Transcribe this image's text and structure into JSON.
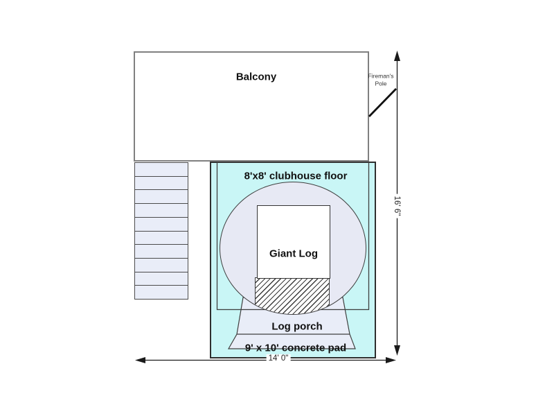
{
  "diagram": {
    "labels": {
      "balcony": "Balcony",
      "clubhouse_floor": "8'x8' clubhouse floor",
      "giant_log": "Giant Log",
      "log_porch": "Log porch",
      "concrete_pad": "9' x 10' concrete pad",
      "firemans_pole_line1": "Fireman's",
      "firemans_pole_line2": "Pole"
    },
    "dimensions": {
      "overall_height": "16' 6\"",
      "overall_width": "14' 0\""
    },
    "stairs": {
      "step_count": 10
    },
    "colors": {
      "pad_fill": "#c9f6f6",
      "circle_fill": "#e7e9f4",
      "steps_fill": "#e9edf8",
      "porch_fill": "#e9edf8",
      "outline": "#3f3f3f",
      "dim_line": "#1a1a1a"
    }
  }
}
